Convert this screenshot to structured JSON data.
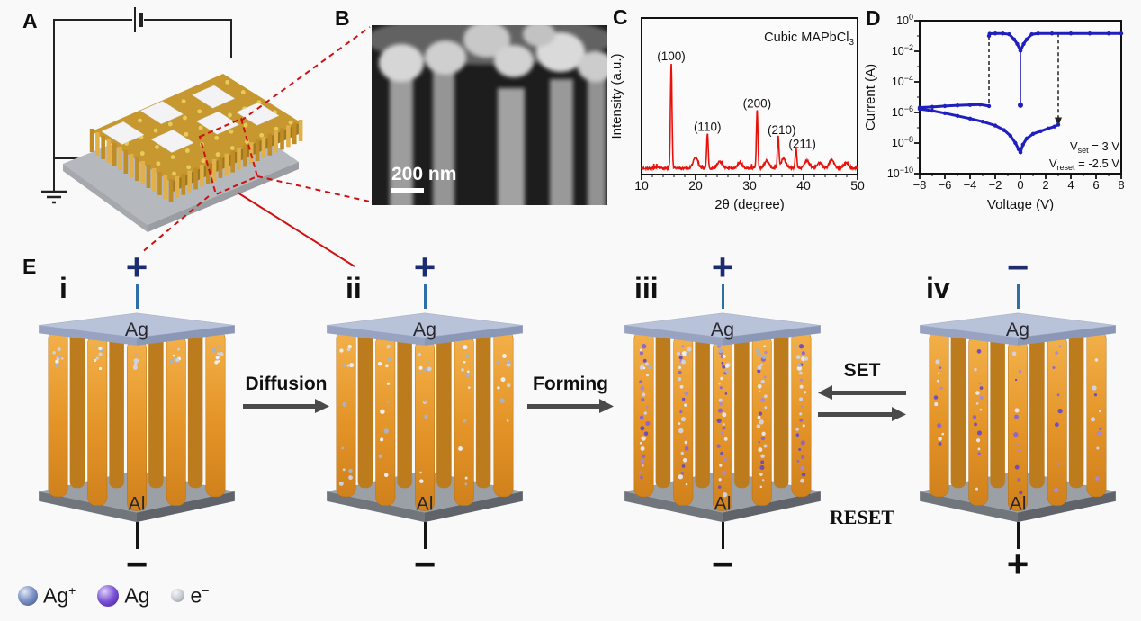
{
  "panels": {
    "a": {
      "label": "A"
    },
    "b": {
      "label": "B",
      "scale_bar": "200 nm"
    },
    "c": {
      "label": "C"
    },
    "d": {
      "label": "D"
    },
    "e": {
      "label": "E",
      "structures": [
        {
          "numeral": "i",
          "state": "pristine",
          "top_sign": "+",
          "bottom_sign": "−",
          "top_electrode": "Ag",
          "bottom_electrode": "Al"
        },
        {
          "numeral": "ii",
          "state": "diffusion",
          "top_sign": "+",
          "bottom_sign": "−",
          "top_electrode": "Ag",
          "bottom_electrode": "Al"
        },
        {
          "numeral": "iii",
          "state": "formed",
          "top_sign": "+",
          "bottom_sign": "−",
          "top_electrode": "Ag",
          "bottom_electrode": "Al"
        },
        {
          "numeral": "iv",
          "state": "ruptured",
          "top_sign": "−",
          "bottom_sign": "+",
          "top_electrode": "Ag",
          "bottom_electrode": "Al"
        }
      ],
      "process_arrows": {
        "diffusion": "Diffusion",
        "forming": "Forming",
        "set": "SET",
        "reset": "RESET"
      }
    }
  },
  "legend": {
    "items": [
      {
        "name": "silver-ion",
        "label": "Ag",
        "sup": "+",
        "color": "#8095c8"
      },
      {
        "name": "silver-atom",
        "label": "Ag",
        "sup": "",
        "color": "#7a50d6"
      },
      {
        "name": "electron",
        "label": "e",
        "sup": "−",
        "color": "#c3c7cf"
      }
    ]
  },
  "chart_data": [
    {
      "id": "xrd",
      "type": "line",
      "title": "",
      "annotation": {
        "text": "Cubic MAPbCl",
        "sub": "3"
      },
      "xlabel": "2θ (degree)",
      "ylabel": "Intensity (a.u.)",
      "xlim": [
        10,
        50
      ],
      "xticks": [
        10,
        20,
        30,
        40,
        50
      ],
      "grid": false,
      "color": "#e8120d",
      "peaks": [
        {
          "label": "(100)",
          "two_theta": 15.5,
          "height": 1.0,
          "label_dx": 0,
          "label_dy": 0
        },
        {
          "label": "(110)",
          "two_theta": 22.2,
          "height": 0.33,
          "label_dx": 0,
          "label_dy": 0
        },
        {
          "label": "(200)",
          "two_theta": 31.4,
          "height": 0.55,
          "label_dx": 0,
          "label_dy": 0
        },
        {
          "label": "(210)",
          "two_theta": 35.3,
          "height": 0.3,
          "label_dx": 4,
          "label_dy": 0
        },
        {
          "label": "(211)",
          "two_theta": 38.6,
          "height": 0.2,
          "label_dx": 7,
          "label_dy": 4
        }
      ],
      "minor_bumps": [
        [
          20.0,
          0.1
        ],
        [
          24.5,
          0.06
        ],
        [
          28.2,
          0.05
        ],
        [
          33.2,
          0.07
        ],
        [
          36.3,
          0.09
        ],
        [
          40.6,
          0.07
        ],
        [
          43.0,
          0.05
        ],
        [
          45.2,
          0.08
        ],
        [
          47.9,
          0.05
        ]
      ]
    },
    {
      "id": "iv",
      "type": "line",
      "xlabel": "Voltage (V)",
      "ylabel": "Current (A)",
      "xlim": [
        -8,
        8
      ],
      "xticks": [
        -8,
        -6,
        -4,
        -2,
        0,
        2,
        4,
        6,
        8
      ],
      "ylog_ticks": [
        0,
        -2,
        -4,
        -6,
        -8,
        -10
      ],
      "grid": false,
      "color": "#1f1fbe",
      "annotations": [
        {
          "pre": "V",
          "sub": "set",
          "post": " = 3 V"
        },
        {
          "pre": "V",
          "sub": "reset",
          "post": " = -2.5 V"
        }
      ],
      "dashed_lines_x": [
        -2.5,
        3
      ],
      "segments": [
        {
          "name": "HRS positive sweep",
          "points": [
            [
              0,
              2.5e-09
            ],
            [
              0.2,
              8e-09
            ],
            [
              0.5,
              2e-08
            ],
            [
              1,
              4e-08
            ],
            [
              1.6,
              6e-08
            ],
            [
              2.2,
              9e-08
            ],
            [
              2.7,
              1.2e-07
            ],
            [
              3,
              1.6e-07
            ]
          ]
        },
        {
          "name": "LRS plateau",
          "points": [
            [
              -2.5,
              0.1
            ],
            [
              -2.45,
              0.14
            ],
            [
              -2,
              0.145
            ],
            [
              -1.4,
              0.145
            ],
            [
              -0.9,
              0.13
            ],
            [
              -0.5,
              0.06
            ],
            [
              -0.25,
              0.03
            ],
            [
              0,
              0.011
            ],
            [
              0.25,
              0.03
            ],
            [
              0.5,
              0.06
            ],
            [
              0.9,
              0.13
            ],
            [
              1.4,
              0.145
            ],
            [
              2.5,
              0.145
            ],
            [
              4,
              0.145
            ],
            [
              5.5,
              0.145
            ],
            [
              7,
              0.145
            ],
            [
              8,
              0.145
            ]
          ]
        },
        {
          "name": "zero volt drop",
          "points": [
            [
              0,
              0.011
            ],
            [
              0,
              3e-06
            ]
          ],
          "end_dot": true
        },
        {
          "name": "HRS negative outward",
          "points": [
            [
              -2.5,
              2.6e-06
            ],
            [
              -3.2,
              3.3e-06
            ],
            [
              -4,
              3.1e-06
            ],
            [
              -5,
              2.9e-06
            ],
            [
              -6,
              2.6e-06
            ],
            [
              -7,
              2.3e-06
            ],
            [
              -8,
              2.1e-06
            ]
          ]
        },
        {
          "name": "HRS negative return",
          "points": [
            [
              -8,
              1.7e-06
            ],
            [
              -7,
              1.3e-06
            ],
            [
              -6,
              9e-07
            ],
            [
              -5,
              6e-07
            ],
            [
              -4,
              4e-07
            ],
            [
              -3,
              2.5e-07
            ],
            [
              -2,
              1.4e-07
            ],
            [
              -1.3,
              7e-08
            ],
            [
              -0.8,
              3e-08
            ],
            [
              -0.4,
              1e-08
            ],
            [
              -0.15,
              4e-09
            ],
            [
              0,
              2.5e-09
            ]
          ]
        }
      ]
    }
  ]
}
